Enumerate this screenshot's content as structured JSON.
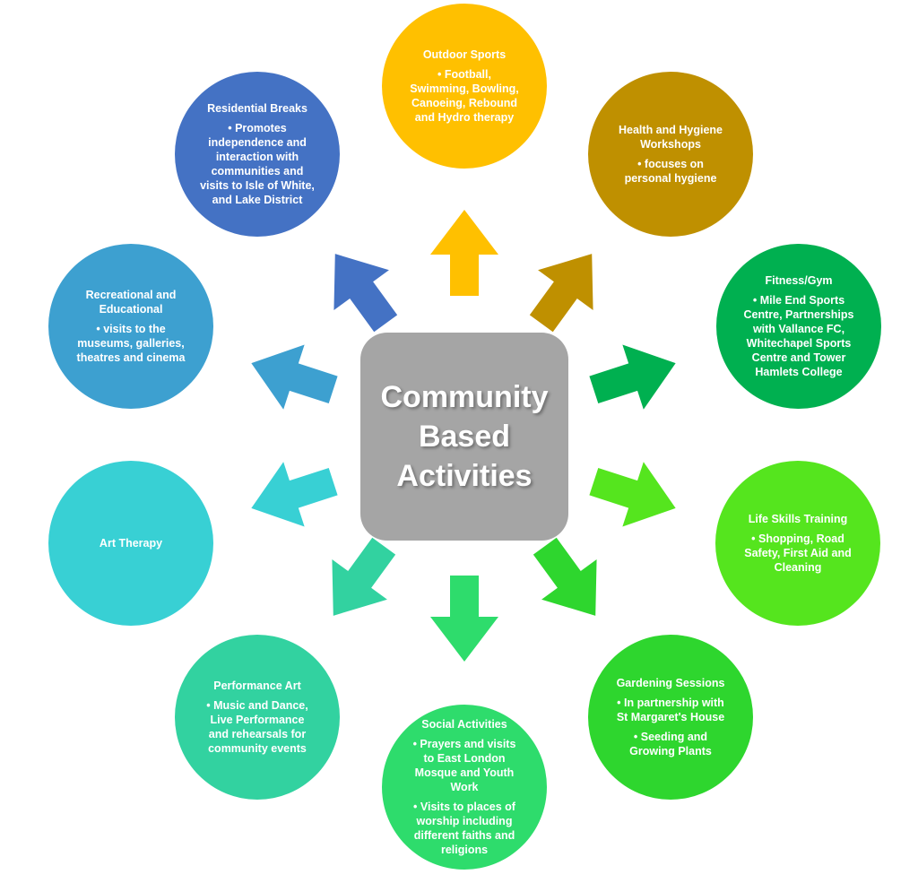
{
  "center": {
    "lines": [
      "Community",
      "Based",
      "Activities"
    ],
    "color": "#a5a5a5"
  },
  "nodes": [
    {
      "id": "outdoor-sports",
      "title": "Outdoor Sports",
      "bullets": [
        "• Football, Swimming, Bowling, Canoeing, Rebound and Hydro therapy"
      ],
      "color": "#ffc000"
    },
    {
      "id": "health-hygiene",
      "title": "Health and Hygiene Workshops",
      "bullets": [
        "• focuses on personal hygiene"
      ],
      "color": "#bf9000"
    },
    {
      "id": "fitness-gym",
      "title": "Fitness/Gym",
      "bullets": [
        "• Mile End Sports Centre, Partnerships with Vallance FC, Whitechapel Sports Centre and Tower Hamlets College"
      ],
      "color": "#00b050"
    },
    {
      "id": "life-skills",
      "title": "Life Skills Training",
      "bullets": [
        "• Shopping, Road Safety, First Aid and Cleaning"
      ],
      "color": "#55e51e"
    },
    {
      "id": "gardening",
      "title": "Gardening Sessions",
      "bullets": [
        "• In partnership with St Margaret's House",
        "• Seeding and Growing Plants"
      ],
      "color": "#2ed62e"
    },
    {
      "id": "social",
      "title": "Social Activities",
      "bullets": [
        "• Prayers and visits to East London Mosque and Youth Work",
        "• Visits to places of worship including different faiths and religions"
      ],
      "color": "#2edc6c"
    },
    {
      "id": "performance-art",
      "title": "Performance Art",
      "bullets": [
        "• Music and Dance, Live Performance and rehearsals for community events"
      ],
      "color": "#32d2a0"
    },
    {
      "id": "art-therapy",
      "title": "Art Therapy",
      "bullets": [],
      "color": "#38d0d4"
    },
    {
      "id": "recreational",
      "title": "Recreational and Educational",
      "bullets": [
        "• visits to the museums, galleries, theatres and cinema"
      ],
      "color": "#3da0d0"
    },
    {
      "id": "residential",
      "title": "Residential Breaks",
      "bullets": [
        "• Promotes independence and interaction with communities and visits to Isle of White, and Lake District"
      ],
      "color": "#4472c4"
    }
  ]
}
